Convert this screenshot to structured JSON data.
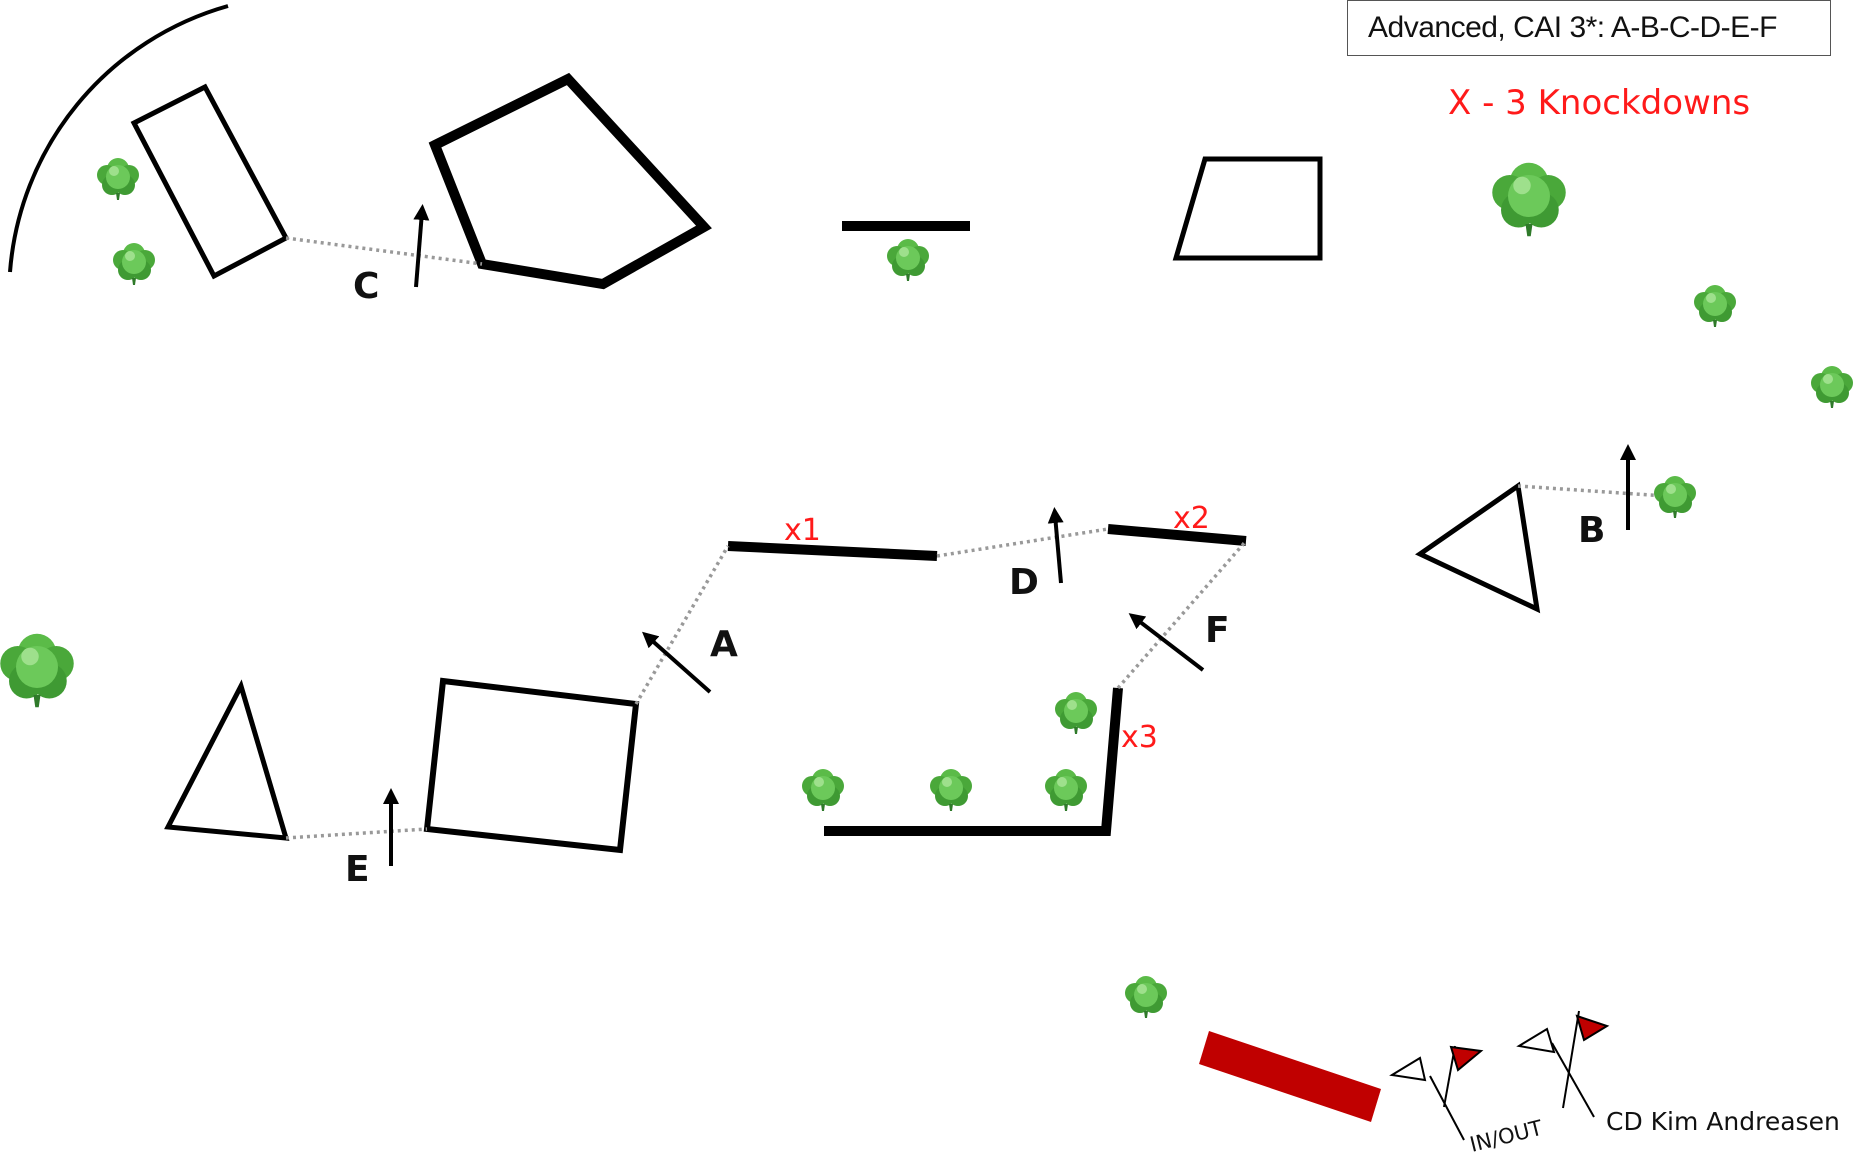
{
  "title_box": {
    "text": "Advanced, CAI 3*: A-B-C-D-E-F"
  },
  "legend": {
    "text": "X - 3 Knockdowns"
  },
  "credit": {
    "text": "CD Kim Andreasen"
  },
  "gates": [
    {
      "id": "gate-a",
      "label": "A"
    },
    {
      "id": "gate-b",
      "label": "B"
    },
    {
      "id": "gate-c",
      "label": "C"
    },
    {
      "id": "gate-d",
      "label": "D"
    },
    {
      "id": "gate-e",
      "label": "E"
    },
    {
      "id": "gate-f",
      "label": "F"
    }
  ],
  "knockdowns": [
    {
      "id": "kd-1",
      "label": "x1"
    },
    {
      "id": "kd-2",
      "label": "x2"
    },
    {
      "id": "kd-3",
      "label": "x3"
    }
  ],
  "start_finish": {
    "label": "IN/OUT"
  },
  "colors": {
    "obstacle": "#000000",
    "knockdown_label": "#ff1a1a",
    "start_box": "#c00000",
    "flag": "#c00000",
    "tree": "#4aa83a",
    "tree_dark": "#2f7a2a",
    "gate_line": "#999999"
  },
  "icons": [
    "tree-icon",
    "arrow-up-icon",
    "flag-icon"
  ]
}
